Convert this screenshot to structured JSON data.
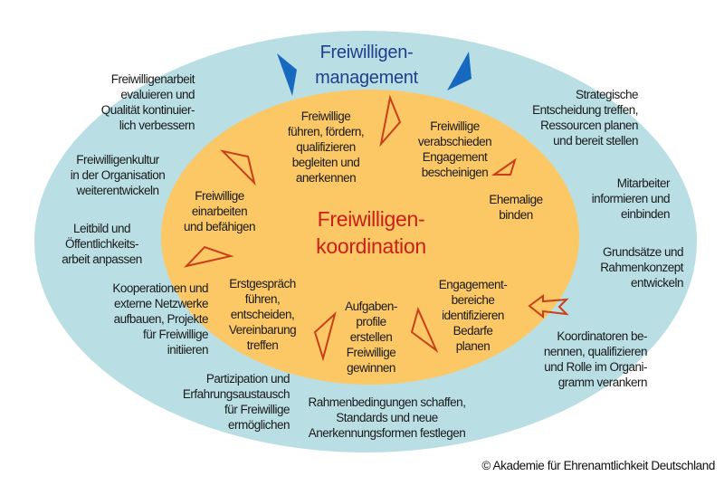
{
  "colors": {
    "outer": "#b9dfe4",
    "inner": "#fcc865",
    "arrow": "#c8401a",
    "wedge": "#1769c0",
    "title_blue": "#1f3f8a",
    "title_red": "#c8201a"
  },
  "outer_title": "Freiwilligen-\nmanagement",
  "inner_title": "Freiwilligen-\nkoordination",
  "outer_items": [
    "Freiwilligenarbeit\nevaluieren und\nQualität kontinuier-\nlich verbessern",
    "Strategische\nEntscheidung treffen,\nRessourcen planen\nund bereit stellen",
    "Freiwilligenkultur\nin der Organisation\nweiterentwickeln",
    "Mitarbeiter\ninformieren und\neinbinden",
    "Leitbild  und\nÖffentlichkeits-\narbeit anpassen",
    "Grundsätze und\nRahmenkonzept\nentwickeln",
    "Kooperationen und\nexterne Netzwerke\naufbauen, Projekte\nfür Freiwillige\ninitiieren",
    "Koordinatoren be-\nnennen, qualifizieren\nund Rolle im Organi-\ngramm verankern",
    "Partizipation und\nErfahrungsaustausch\nfür Freiwillige\nermöglichen",
    "Rahmenbedingungen schaffen,\nStandards und neue\nAnerkennungsformen festlegen"
  ],
  "inner_items": [
    "Freiwillige\nführen, fördern,\nqualifizieren\nbegleiten und\nanerkennen",
    "Freiwillige\nverabschieden\nEngagement\nbescheinigen",
    "Ehemalige\nbinden",
    "Freiwillige\neinarbeiten\nund befähigen",
    "Erstgespräch\nführen,\nentscheiden,\nVereinbarung\ntreffen",
    "Aufgaben-\nprofile\nerstellen\nFreiwillige\ngewinnen",
    "Engagement-\nbereiche\nidentifizieren\nBedarfe\nplanen"
  ],
  "copyright": "© Akademie für Ehrenamtlichkeit Deutschland"
}
